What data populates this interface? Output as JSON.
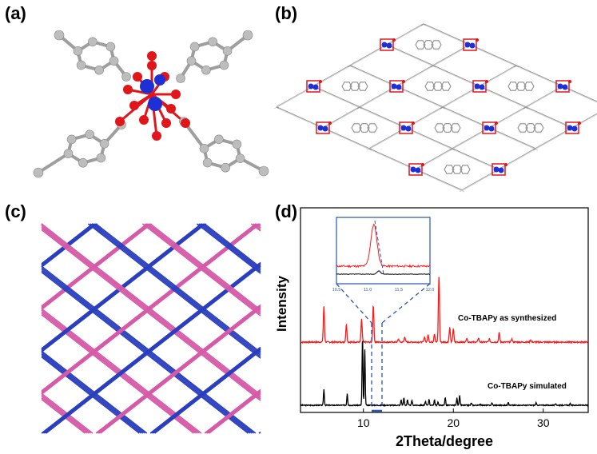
{
  "panels": {
    "a": {
      "label": "(a)"
    },
    "b": {
      "label": "(b)"
    },
    "c": {
      "label": "(c)"
    },
    "d": {
      "label": "(d)"
    }
  },
  "colors": {
    "carbon": "#bdbdbd",
    "oxygen": "#e0161a",
    "cobalt": "#1f2fd6",
    "net_magenta": "#d65aa8",
    "net_blue": "#2a3fbf",
    "trace_red": "#ff1a1a",
    "trace_black": "#000000",
    "inset_border": "#2a55b0",
    "dashed": "#2a55b0"
  },
  "chart_data": {
    "type": "line",
    "xlabel": "2Theta/degree",
    "ylabel": "Intensity",
    "xlim": [
      3,
      35
    ],
    "xticks": [
      10,
      20,
      30
    ],
    "series": [
      {
        "name": "Co-TBAPy as synthesized",
        "peaks": [
          [
            5.6,
            0.34
          ],
          [
            8.1,
            0.17
          ],
          [
            9.8,
            0.22
          ],
          [
            11.1,
            0.36
          ],
          [
            13.9,
            0.03
          ],
          [
            14.6,
            0.05
          ],
          [
            16.8,
            0.05
          ],
          [
            17.2,
            0.07
          ],
          [
            17.9,
            0.08
          ],
          [
            18.4,
            0.63
          ],
          [
            19.6,
            0.14
          ],
          [
            20.0,
            0.13
          ],
          [
            21.5,
            0.04
          ],
          [
            22.8,
            0.04
          ],
          [
            24.0,
            0.03
          ],
          [
            25.1,
            0.09
          ],
          [
            26.5,
            0.03
          ],
          [
            28.6,
            0.02
          ]
        ]
      },
      {
        "name": "Co-TBAPy simulated",
        "peaks": [
          [
            5.6,
            0.2
          ],
          [
            8.2,
            0.15
          ],
          [
            9.9,
            0.86
          ],
          [
            10.15,
            0.71
          ],
          [
            14.2,
            0.07
          ],
          [
            14.5,
            0.09
          ],
          [
            14.9,
            0.07
          ],
          [
            15.4,
            0.06
          ],
          [
            16.9,
            0.05
          ],
          [
            17.3,
            0.08
          ],
          [
            17.9,
            0.07
          ],
          [
            18.3,
            0.04
          ],
          [
            19.1,
            0.1
          ],
          [
            20.4,
            0.09
          ],
          [
            20.7,
            0.12
          ],
          [
            22.0,
            0.03
          ],
          [
            23.0,
            0.02
          ],
          [
            24.3,
            0.03
          ],
          [
            26.1,
            0.04
          ],
          [
            29.2,
            0.03
          ],
          [
            31.4,
            0.02
          ],
          [
            33.0,
            0.02
          ]
        ]
      }
    ],
    "inset": {
      "xlim": [
        10.5,
        12.0
      ],
      "xticks": [
        "10.5",
        "11.0",
        "11.5",
        "12.0"
      ]
    }
  }
}
